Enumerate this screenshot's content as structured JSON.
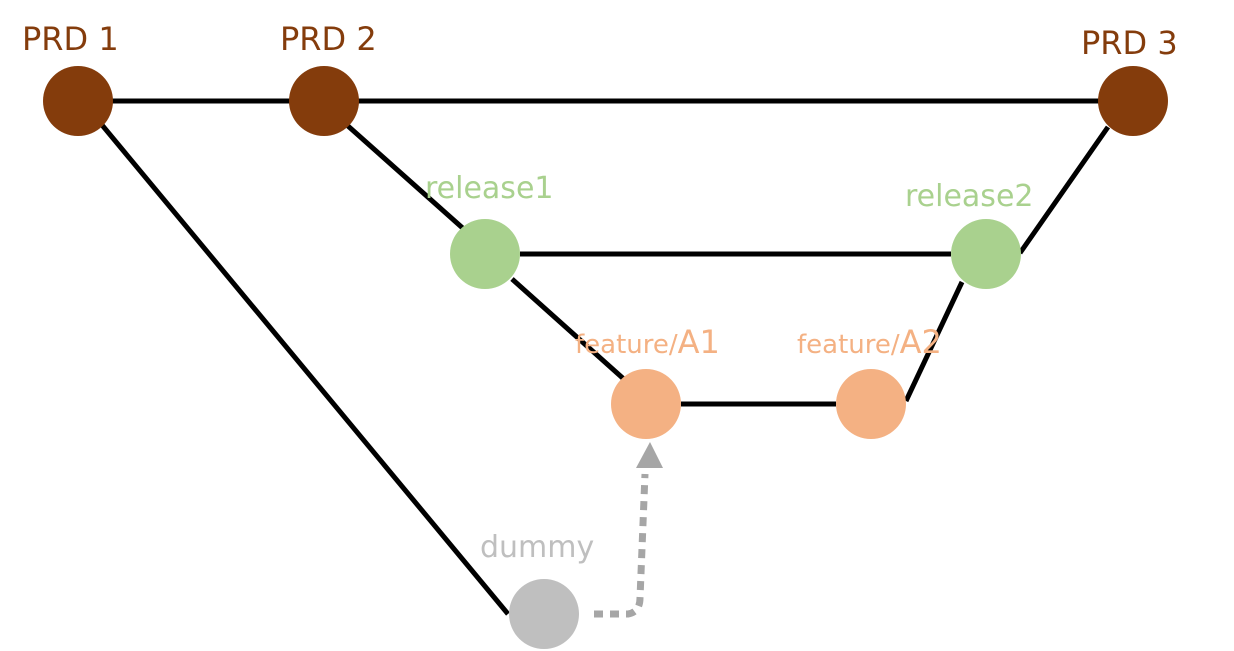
{
  "colors": {
    "prd": "#843C0C",
    "release": "#A9D18E",
    "feature": "#F4B183",
    "dummy": "#BFBFBF",
    "edge": "#000000",
    "dashed_arrow": "#A6A6A6"
  },
  "nodes": {
    "prd1": {
      "label": "PRD 1"
    },
    "prd2": {
      "label": "PRD 2"
    },
    "prd3": {
      "label": "PRD 3"
    },
    "release1": {
      "label": "release1"
    },
    "release2": {
      "label": "release2"
    },
    "featureA1": {
      "prefix": "feature/",
      "suffix": "A1"
    },
    "featureA2": {
      "prefix": "feature/",
      "suffix": "A2"
    },
    "dummy": {
      "label": "dummy"
    }
  }
}
